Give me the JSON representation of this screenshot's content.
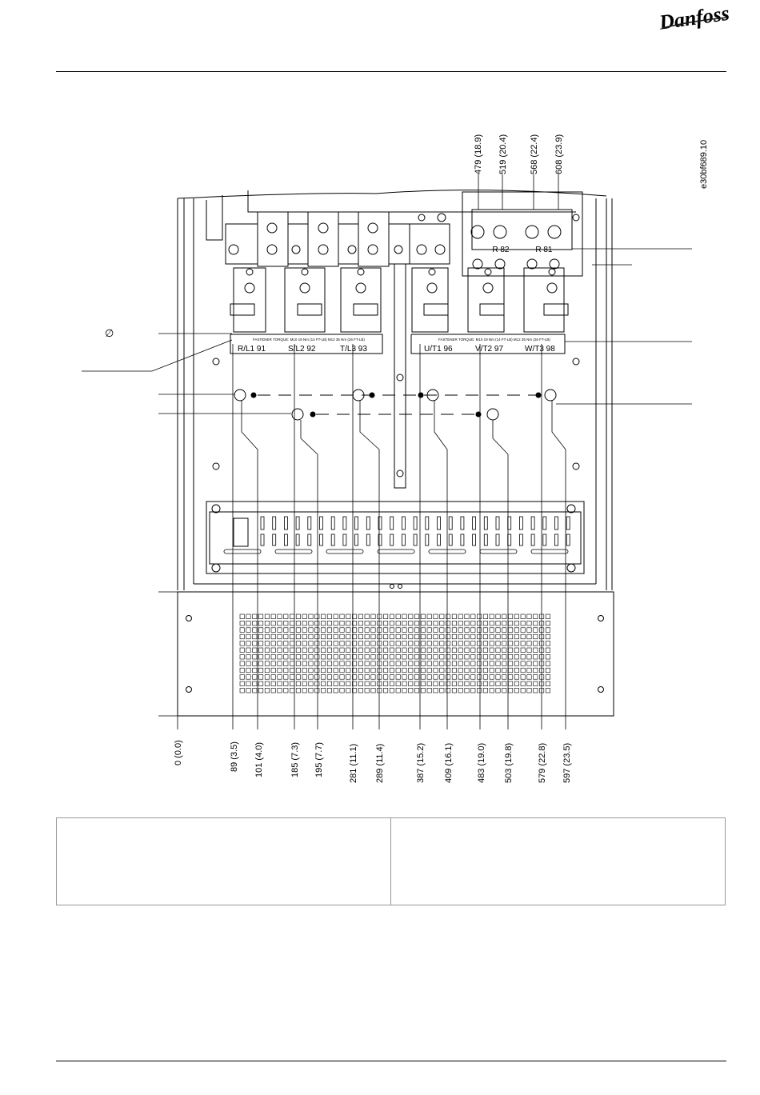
{
  "brand": {
    "logo_text": "Danfoss"
  },
  "drawing": {
    "code": "e30bf689.10",
    "diameter_symbol": "∅",
    "terminals": [
      "R/L1 91",
      "S/L2 92",
      "T/L3 93",
      "U/T1 96",
      "V/T2 97",
      "W/T3 98"
    ],
    "brake_terminals": [
      "-R 82",
      "-R 81"
    ],
    "bottom_dimensions": [
      "0 (0.0)",
      "89 (3.5)",
      "101 (4.0)",
      "185 (7.3)",
      "195 (7.7)",
      "281 (11.1)",
      "289 (11.4)",
      "387 (15.2)",
      "409 (16.1)",
      "483 (19.0)",
      "503 (19.8)",
      "579 (22.8)",
      "597 (23.5)"
    ],
    "top_dimensions": [
      "479 (18.9)",
      "519 (20.4)",
      "568 (22.4)",
      "608 (23.9)"
    ],
    "torque_note": "FASTENER TORQUE: M10 19 Nm (14 FT-LB)  M12 35 Nm (26 FT-LB)"
  },
  "legend_table": {
    "cells": [
      "",
      ""
    ]
  },
  "colors": {
    "line": "#000000",
    "frame": "#333333",
    "table_border": "#999999"
  }
}
